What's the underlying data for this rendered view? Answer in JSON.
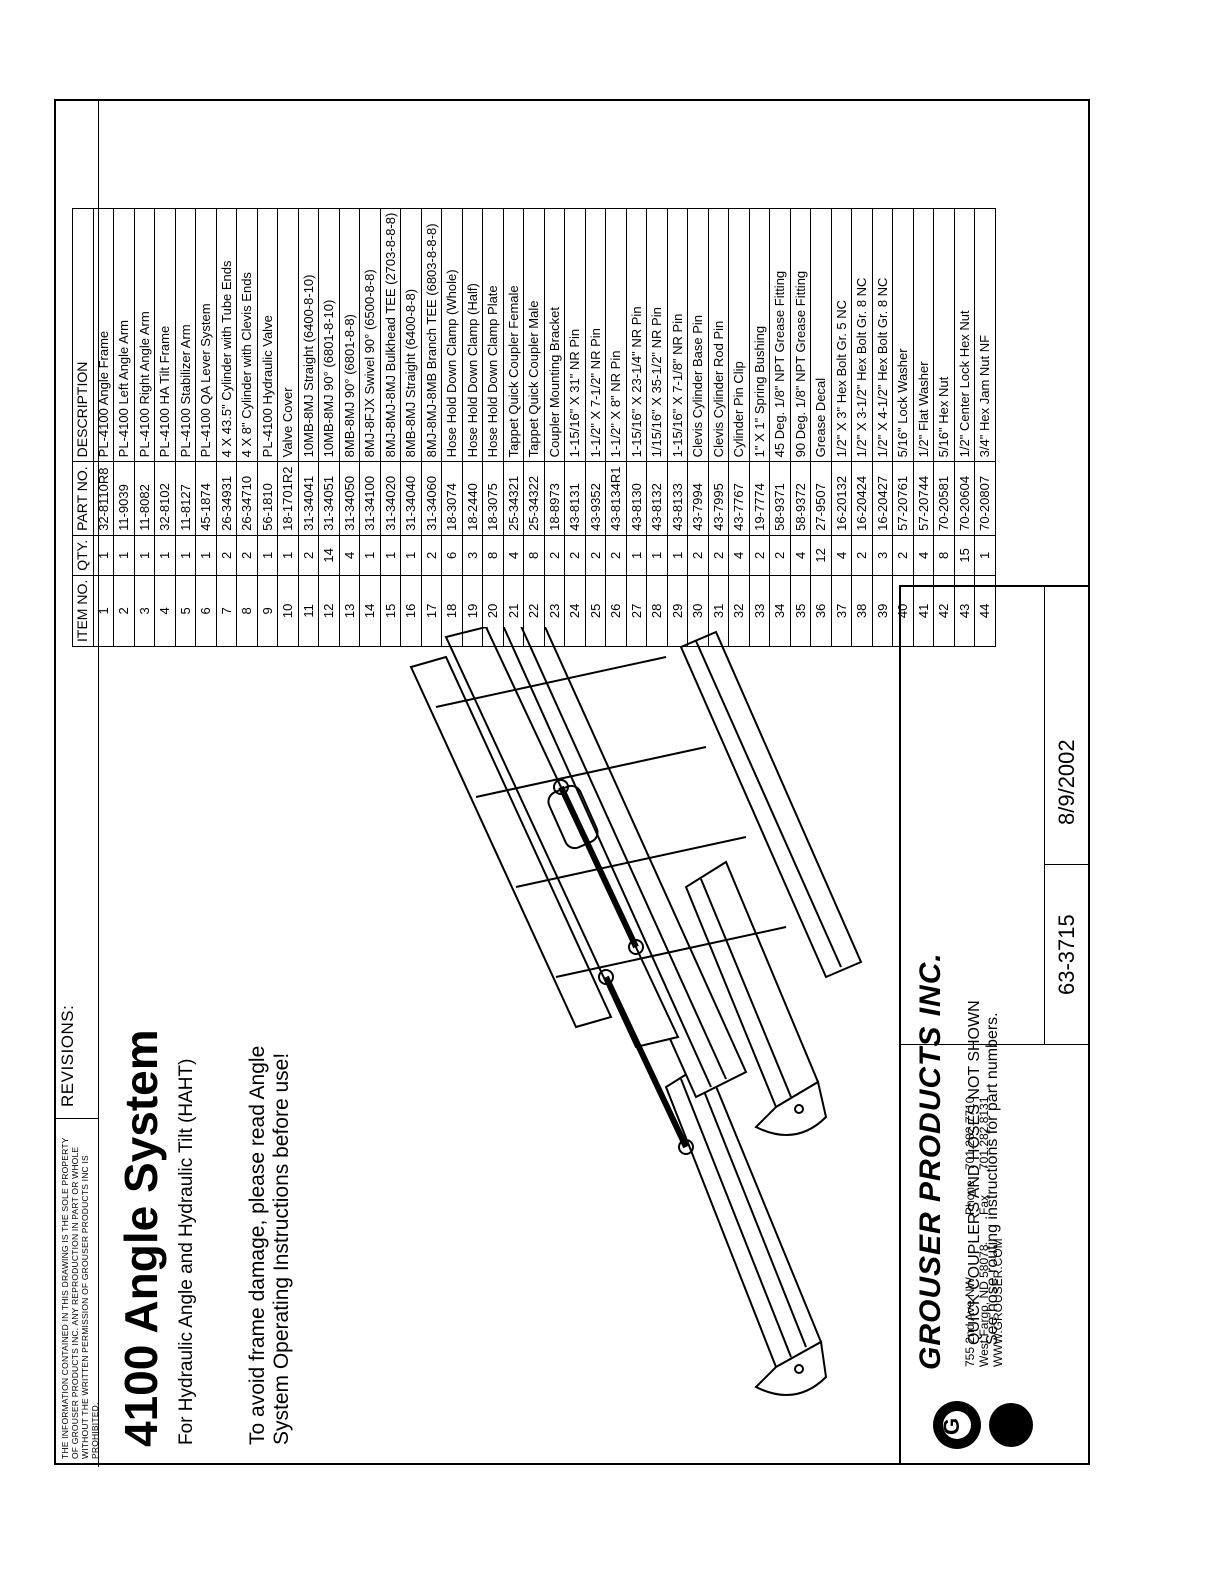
{
  "notice": "The information contained in this drawing is the sole property of Grouser Products Inc. Any reproduction in part or whole without the written permission of Grouser Products Inc is prohibited.",
  "revisions_label": "REVISIONS:",
  "title": "4100 Angle System",
  "subtitle": "For Hydraulic Angle and Hydraulic Tilt (HAHT)",
  "warning_line1": "To avoid frame damage, please read Angle",
  "warning_line2": "System Operating Instructions before use!",
  "note_line1": "QUICK COUPLERS AND HOSES NOT SHOWN",
  "note_line2": "See hose routing instructions for part numbers.",
  "company": {
    "name": "GROUSER PRODUCTS INC.",
    "logo_letter": "G",
    "address1": "755 2nd Ave NW",
    "address2": "West Fargo, ND 58078",
    "website": "WWW.GROUSER.COM",
    "phone_label": "Phone",
    "phone": "701.282.7710",
    "fax_label": "Fax",
    "fax": "701.282.8131"
  },
  "doc_number": "63-3715",
  "date": "8/9/2002",
  "table": {
    "headers": [
      "ITEM NO.",
      "QTY.",
      "PART NO.",
      "DESCRIPTION"
    ],
    "rows": [
      [
        "1",
        "1",
        "32-8110R8",
        "PL-4100 Angle Frame"
      ],
      [
        "2",
        "1",
        "11-9039",
        "PL-4100 Left Angle Arm"
      ],
      [
        "3",
        "1",
        "11-8082",
        "PL-4100 Right Angle Arm"
      ],
      [
        "4",
        "1",
        "32-8102",
        "PL-4100 HA Tilt Frame"
      ],
      [
        "5",
        "1",
        "11-8127",
        "PL-4100 Stabilizer Arm"
      ],
      [
        "6",
        "1",
        "45-1874",
        "PL-4100 QA Lever System"
      ],
      [
        "7",
        "2",
        "26-34931",
        "4 X 43.5\" Cylinder with Tube Ends"
      ],
      [
        "8",
        "2",
        "26-34710",
        "4 X 8\" Cylinder with Clevis Ends"
      ],
      [
        "9",
        "1",
        "56-1810",
        "PL-4100 Hydraulic Valve"
      ],
      [
        "10",
        "1",
        "18-1701R2",
        "Valve Cover"
      ],
      [
        "11",
        "2",
        "31-34041",
        "10MB-8MJ Straight (6400-8-10)"
      ],
      [
        "12",
        "14",
        "31-34051",
        "10MB-8MJ 90° (6801-8-10)"
      ],
      [
        "13",
        "4",
        "31-34050",
        "8MB-8MJ 90° (6801-8-8)"
      ],
      [
        "14",
        "1",
        "31-34100",
        "8MJ-8FJX Swivel 90° (6500-8-8)"
      ],
      [
        "15",
        "1",
        "31-34020",
        "8MJ-8MJ-8MJ Bulkhead TEE (2703-8-8-8)"
      ],
      [
        "16",
        "1",
        "31-34040",
        "8MB-8MJ Straight (6400-8-8)"
      ],
      [
        "17",
        "2",
        "31-34060",
        "8MJ-8MJ-8MB Branch TEE (6803-8-8-8)"
      ],
      [
        "18",
        "6",
        "18-3074",
        "Hose Hold Down Clamp (Whole)"
      ],
      [
        "19",
        "3",
        "18-2440",
        "Hose Hold Down Clamp (Half)"
      ],
      [
        "20",
        "8",
        "18-3075",
        "Hose Hold Down Clamp Plate"
      ],
      [
        "21",
        "4",
        "25-34321",
        "Tappet Quick Coupler Female"
      ],
      [
        "22",
        "8",
        "25-34322",
        "Tappet Quick Coupler Male"
      ],
      [
        "23",
        "2",
        "18-8973",
        "Coupler Mounting Bracket"
      ],
      [
        "24",
        "2",
        "43-8131",
        "1-15/16\" X 31\" NR Pin"
      ],
      [
        "25",
        "2",
        "43-9352",
        "1-1/2\" X 7-1/2\" NR Pin"
      ],
      [
        "26",
        "2",
        "43-8134R1",
        "1-1/2\" X 8\" NR Pin"
      ],
      [
        "27",
        "1",
        "43-8130",
        "1-15/16\" X 23-1/4\" NR Pin"
      ],
      [
        "28",
        "1",
        "43-8132",
        "1/15/16\" X 35-1/2\" NR Pin"
      ],
      [
        "29",
        "1",
        "43-8133",
        "1-15/16\" X 7-1/8\" NR Pin"
      ],
      [
        "30",
        "2",
        "43-7994",
        "Clevis Cylinder Base Pin"
      ],
      [
        "31",
        "2",
        "43-7995",
        "Clevis Cylinder Rod Pin"
      ],
      [
        "32",
        "4",
        "43-7767",
        "Cylinder Pin Clip"
      ],
      [
        "33",
        "2",
        "19-7774",
        "1\" X 1\" Spring Bushing"
      ],
      [
        "34",
        "2",
        "58-9371",
        "45 Deg. 1/8\" NPT Grease Fitting"
      ],
      [
        "35",
        "4",
        "58-9372",
        "90 Deg. 1/8\" NPT Grease Fitting"
      ],
      [
        "36",
        "12",
        "27-9507",
        "Grease Decal"
      ],
      [
        "37",
        "4",
        "16-20132",
        "1/2\" X 3\" Hex Bolt Gr. 5 NC"
      ],
      [
        "38",
        "2",
        "16-20424",
        "1/2\" X 3-1/2\" Hex Bolt Gr. 8 NC"
      ],
      [
        "39",
        "3",
        "16-20427",
        "1/2\" X 4-1/2\" Hex Bolt Gr. 8 NC"
      ],
      [
        "40",
        "2",
        "57-20761",
        "5/16\" Lock Washer"
      ],
      [
        "41",
        "4",
        "57-20744",
        "1/2\" Flat Washer"
      ],
      [
        "42",
        "8",
        "70-20581",
        "5/16\" Hex Nut"
      ],
      [
        "43",
        "15",
        "70-20604",
        "1/2\" Center Lock Hex Nut"
      ],
      [
        "44",
        "1",
        "70-20807",
        "3/4\" Hex Jam Nut NF"
      ]
    ]
  }
}
